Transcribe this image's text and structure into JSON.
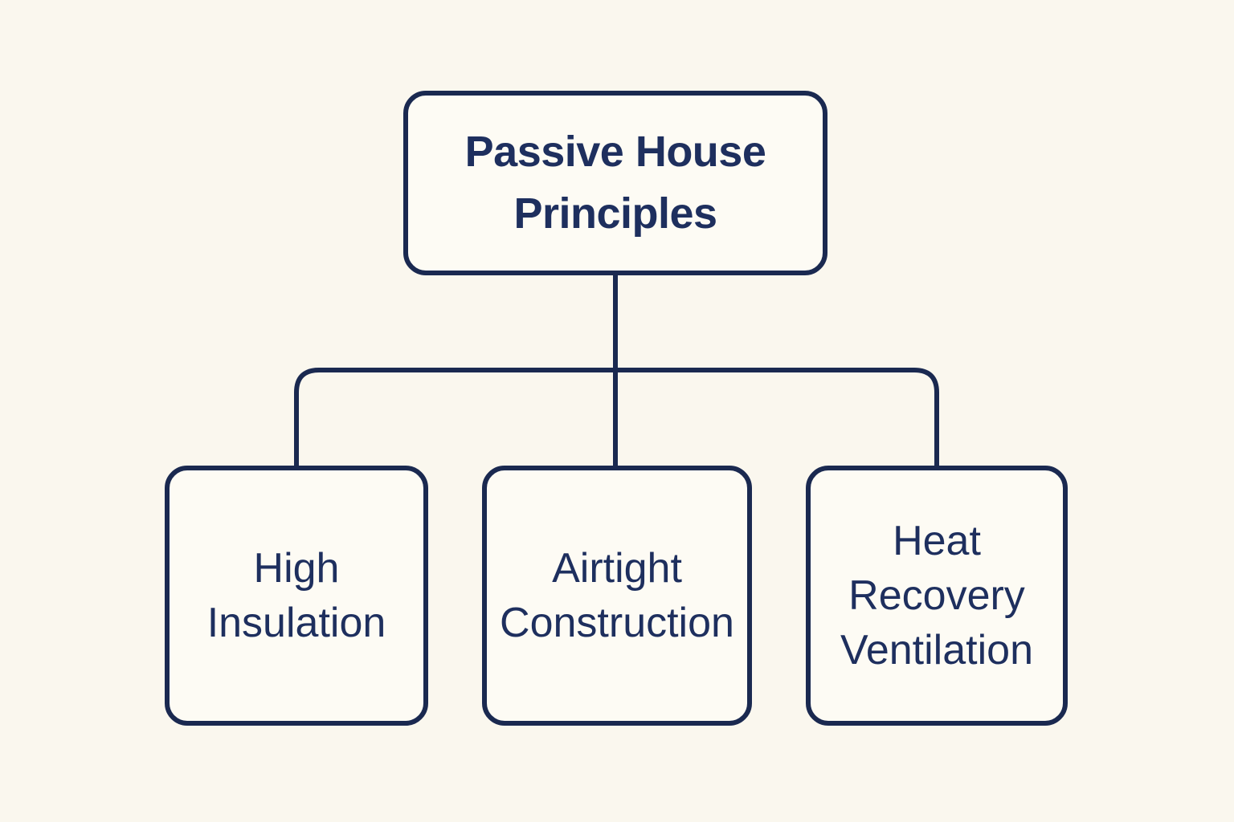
{
  "diagram": {
    "title": "Passive House Principles",
    "root": {
      "lines": [
        "Passive House",
        "Principles"
      ]
    },
    "children": [
      {
        "label": "High Insulation",
        "lines": [
          "High",
          "Insulation"
        ]
      },
      {
        "label": "Airtight Construction",
        "lines": [
          "Airtight",
          "Construction"
        ]
      },
      {
        "label": "Heat Recovery Ventilation",
        "lines": [
          "Heat",
          "Recovery",
          "Ventilation"
        ]
      }
    ],
    "colors": {
      "background": "#faf7ee",
      "box_fill": "#fdfbf4",
      "line": "#1a2950",
      "text": "#1e2f5e"
    }
  }
}
